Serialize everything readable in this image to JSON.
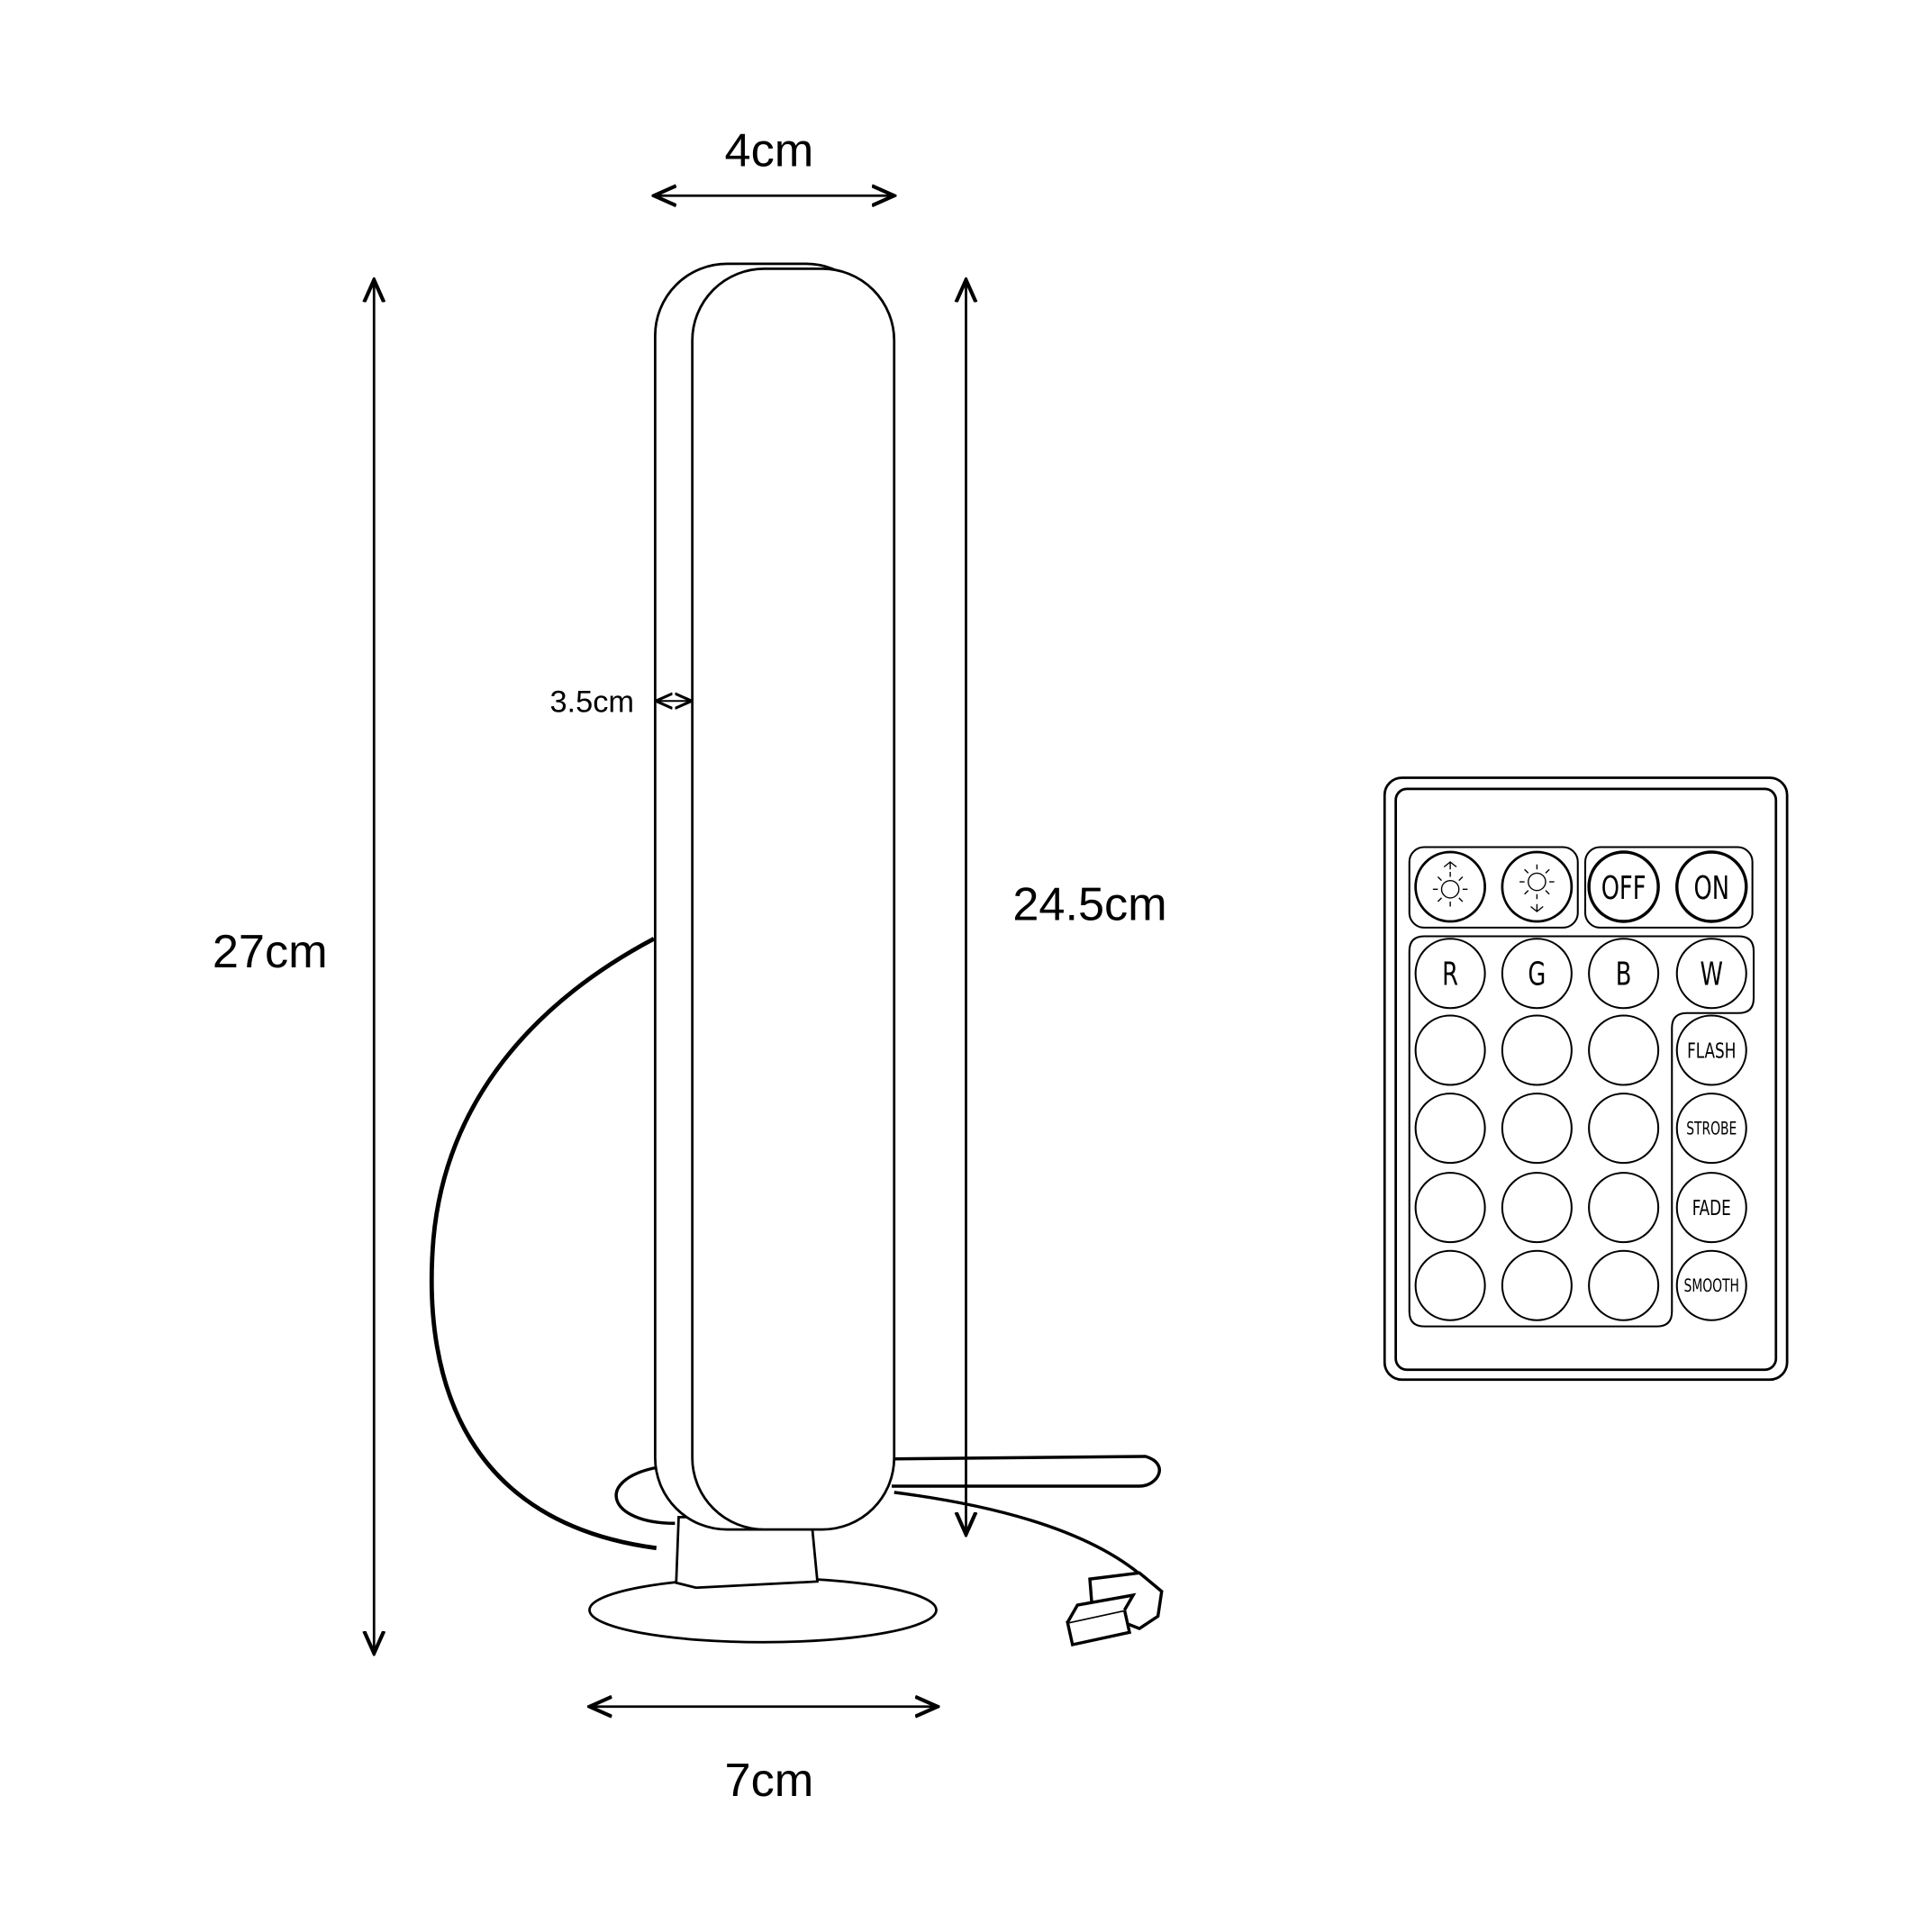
{
  "dimensions": {
    "width_top": "4cm",
    "height_total": "27cm",
    "height_bar": "24.5cm",
    "depth": "3.5cm",
    "base_width": "7cm"
  },
  "remote": {
    "top_buttons": [
      {
        "icon": "brightness-up-icon"
      },
      {
        "icon": "brightness-down-icon"
      },
      {
        "label": "OFF"
      },
      {
        "label": "ON"
      }
    ],
    "color_buttons": [
      "R",
      "G",
      "B",
      "W"
    ],
    "mode_buttons": [
      "FLASH",
      "STROBE",
      "FADE",
      "SMOOTH"
    ]
  },
  "colors": {
    "line": "#000000",
    "background": "#ffffff"
  }
}
